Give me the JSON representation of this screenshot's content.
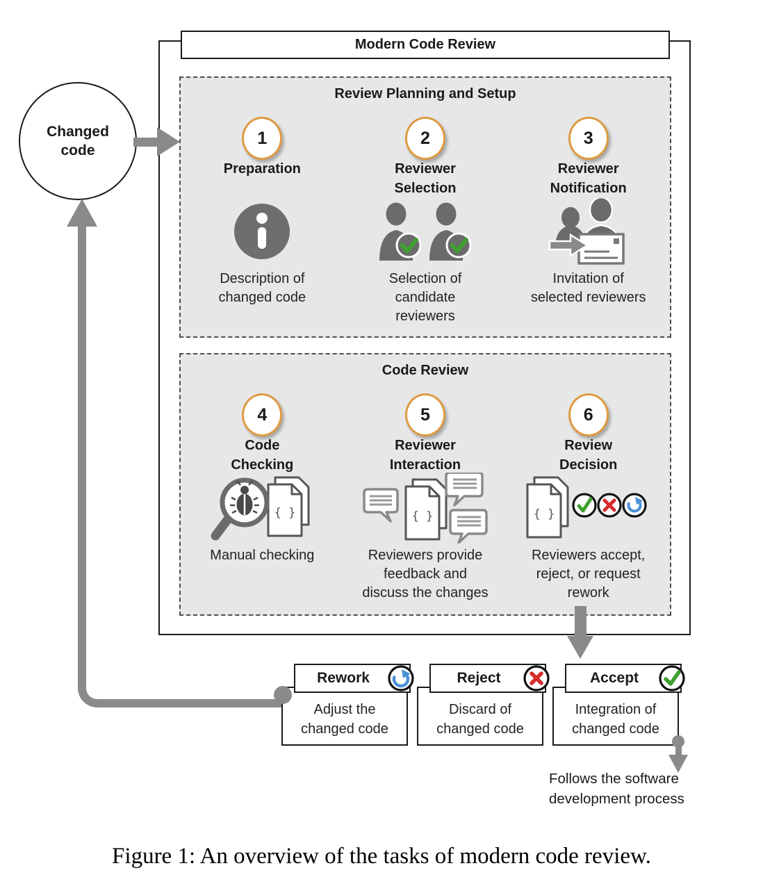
{
  "title": "Modern Code Review",
  "changed_code_node": {
    "label": "Changed\ncode"
  },
  "sections": {
    "planning": {
      "title": "Review Planning and Setup",
      "steps": [
        {
          "number": "1",
          "label": "Preparation",
          "caption": "Description of\nchanged code",
          "icon": "info-icon"
        },
        {
          "number": "2",
          "label": "Reviewer\nSelection",
          "caption": "Selection of\ncandidate\nreviewers",
          "icon": "reviewers-check-icon"
        },
        {
          "number": "3",
          "label": "Reviewer\nNotification",
          "caption": "Invitation of\nselected reviewers",
          "icon": "invitation-envelope-icon"
        }
      ]
    },
    "review": {
      "title": "Code Review",
      "steps": [
        {
          "number": "4",
          "label": "Code\nChecking",
          "caption": "Manual checking",
          "icon": "bug-magnifier-icon"
        },
        {
          "number": "5",
          "label": "Reviewer\nInteraction",
          "caption": "Reviewers provide\nfeedback and\ndiscuss the changes",
          "icon": "discussion-bubbles-icon"
        },
        {
          "number": "6",
          "label": "Review\nDecision",
          "caption": "Reviewers accept,\nreject, or request\nrework",
          "icon": "decision-badges-icon"
        }
      ]
    }
  },
  "outcomes": [
    {
      "label": "Rework",
      "caption": "Adjust the\nchanged code",
      "icon": "rework-refresh-icon"
    },
    {
      "label": "Reject",
      "caption": "Discard of\nchanged code",
      "icon": "reject-cross-icon"
    },
    {
      "label": "Accept",
      "caption": "Integration of\nchanged code",
      "icon": "accept-check-icon"
    }
  ],
  "followup_note": "Follows the software\ndevelopment process",
  "figure_caption": "Figure 1: An overview of the tasks of modern code review.",
  "colors": {
    "accent_orange": "#de9a41",
    "arrow_gray": "#8a8a8a",
    "section_bg": "#e7e7e7",
    "accept_green": "#3fa12f",
    "reject_red": "#d62b2b",
    "rework_blue": "#4a90d8",
    "icon_gray": "#6b6b6b"
  }
}
